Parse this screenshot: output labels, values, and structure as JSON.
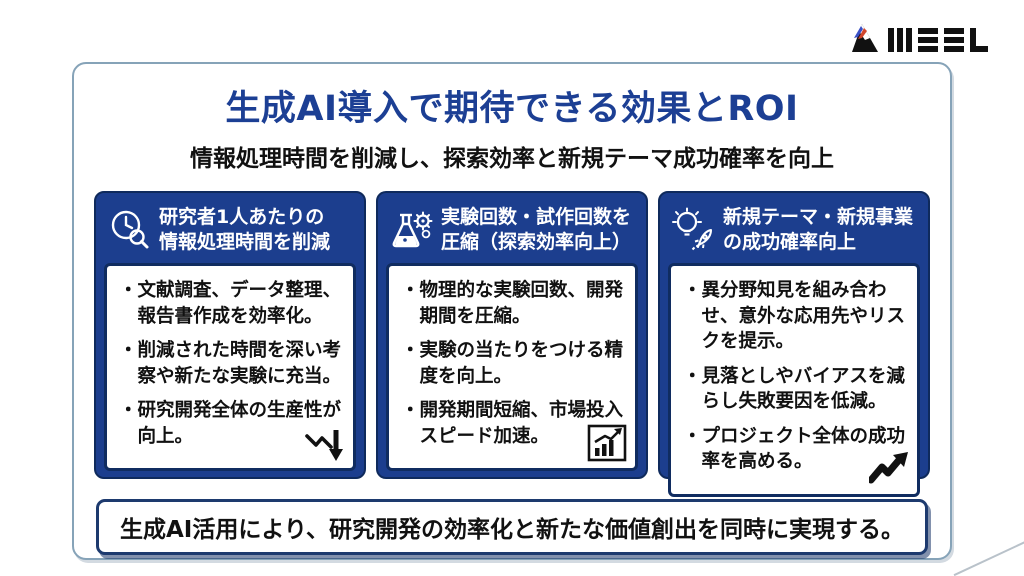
{
  "logo": {
    "brand": "MEEL"
  },
  "header": {
    "title": "生成AI導入で期待できる効果とROI",
    "subtitle": "情報処理時間を削減し、探索効率と新規テーマ成功確率を向上"
  },
  "ui": {
    "bullet_char": "・"
  },
  "cards": [
    {
      "icon": "clock-magnifier-icon",
      "title_line1": "研究者1人あたりの",
      "title_line2": "情報処理時間を削減",
      "bullets": [
        "文献調査、データ整理、報告書作成を効率化。",
        "削減された時間を深い考察や新たな実験に充当。",
        "研究開発全体の生産性が向上。"
      ],
      "corner_icon": "zigzag-arrow-down-icon"
    },
    {
      "icon": "flask-gear-icon",
      "title_line1": "実験回数・試作回数を",
      "title_line2": "圧縮（探索効率向上）",
      "bullets": [
        "物理的な実験回数、開発期間を圧縮。",
        "実験の当たりをつける精度を向上。",
        "開発期間短縮、市場投入スピード加速。"
      ],
      "corner_icon": "rising-bar-chart-icon"
    },
    {
      "icon": "bulb-rocket-icon",
      "title_line1": "新規テーマ・新規事業",
      "title_line2": "の成功確率向上",
      "bullets": [
        "異分野知見を組み合わせ、意外な応用先やリスクを提示。",
        "見落としやバイアスを減らし失敗要因を低減。",
        "プロジェクト全体の成功率を高める。"
      ],
      "corner_icon": "zigzag-arrow-up-icon"
    }
  ],
  "footer": {
    "message": "生成AI活用により、研究開発の効率化と新たな価値創出を同時に実現する。"
  },
  "colors": {
    "title_blue": "#1c3f94",
    "card_navy": "#1c3e8e",
    "card_border_navy": "#102c60",
    "frame_border": "#86a3b8",
    "banner_border": "#1d3a6e",
    "logo_red": "#d0452c",
    "logo_blue": "#3a4fc4"
  }
}
